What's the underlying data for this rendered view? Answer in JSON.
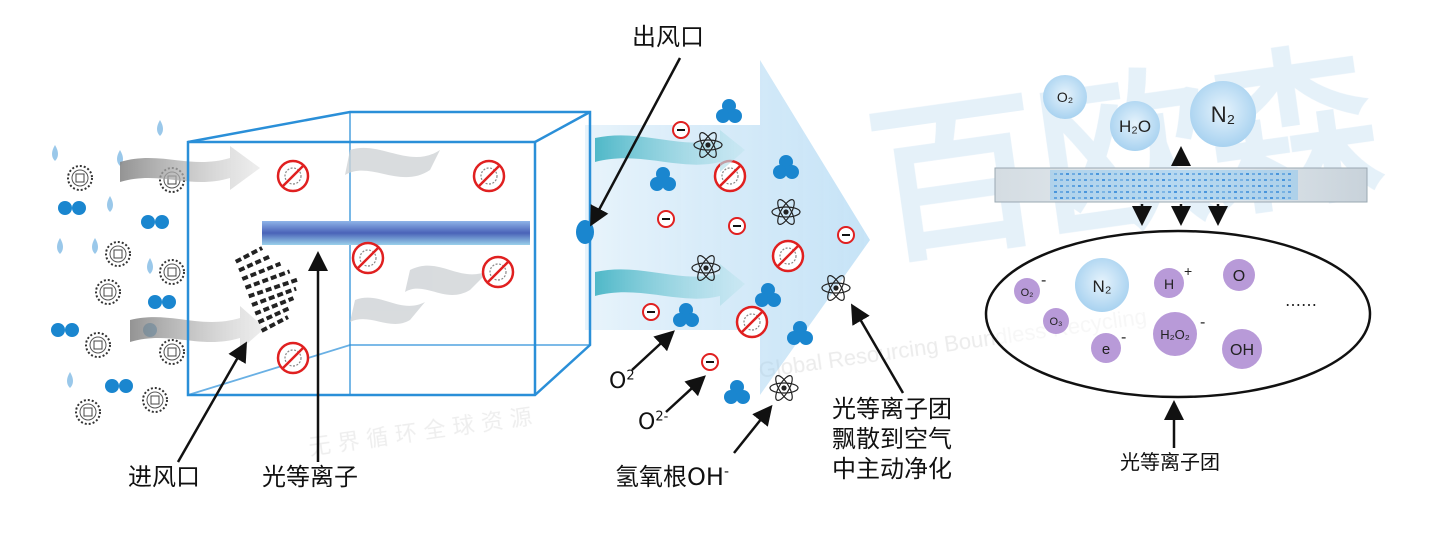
{
  "watermark": {
    "main": "百欧森",
    "english": "Global Resourcing  Boundless Recycling",
    "chinese": "无 界 循 环 全 球 资 源"
  },
  "labels": {
    "outlet": "出风口",
    "inlet": "进风口",
    "photoion": "光等离子",
    "hydroxyl": "氢氧根OH",
    "hydroxyl_sup": "-",
    "o2_peroxide": "O",
    "o2_peroxide_sup": "2",
    "o2_ion": "O",
    "o2_ion_sup": "2-",
    "cluster_lines": [
      "光等离子团",
      "飘散到空气",
      "中主动净化"
    ],
    "right_bottom": "光等离子团"
  },
  "molecules_top": [
    "O₂",
    "H₂O",
    "N₂"
  ],
  "molecules_bottom": {
    "o2": "O₂",
    "o2_charge": "-",
    "n2": "N₂",
    "h": "H",
    "h_charge": "+",
    "o": "O",
    "o3": "O₃",
    "h2o2": "H₂O₂",
    "h2o2_charge": "-",
    "e": "e",
    "e_charge": "-",
    "oh": "OH",
    "ellipsis": "……"
  },
  "colors": {
    "box": "#2a8fd8",
    "drop": "#1a7ac8",
    "lightblue": "#b8dcf2",
    "purple": "#b89ad8",
    "red": "#e02020",
    "tube": "#5a7ac8"
  }
}
